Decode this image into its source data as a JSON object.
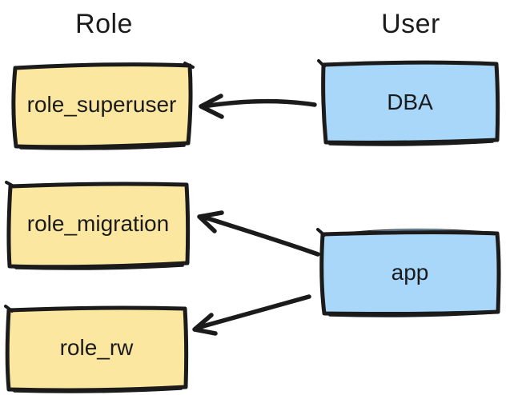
{
  "diagram": {
    "columns": [
      {
        "label": "Role"
      },
      {
        "label": "User"
      }
    ],
    "nodes": [
      {
        "id": "role_superuser",
        "label": "role_superuser",
        "type": "role"
      },
      {
        "id": "role_migration",
        "label": "role_migration",
        "type": "role"
      },
      {
        "id": "role_rw",
        "label": "role_rw",
        "type": "role"
      },
      {
        "id": "DBA",
        "label": "DBA",
        "type": "user"
      },
      {
        "id": "app",
        "label": "app",
        "type": "user"
      }
    ],
    "edges": [
      {
        "from": "DBA",
        "to": "role_superuser"
      },
      {
        "from": "app",
        "to": "role_migration"
      },
      {
        "from": "app",
        "to": "role_rw"
      }
    ],
    "colors": {
      "role_fill": "#fbe7a0",
      "user_fill": "#a8d7fa",
      "stroke": "#1b1b1b",
      "background": "#ffffff"
    }
  }
}
